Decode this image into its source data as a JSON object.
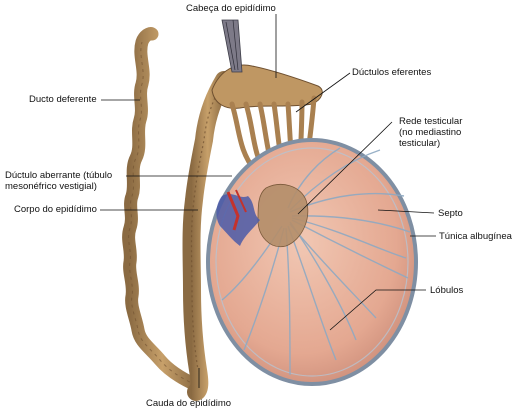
{
  "colors": {
    "background": "#ffffff",
    "duct": "#b58d5a",
    "duct_dark": "#6f5030",
    "testis": "#e8b39d",
    "testis_edge": "#7f8fa3",
    "septa": "#8fa9c2",
    "vessel_blue": "#4b5aa8",
    "vessel_red": "#c4322c",
    "leader_line": "#111111"
  },
  "labels": {
    "cabeca": "Cabeça do epidídimo",
    "ductulos": "Dúctulos eferentes",
    "ducto_deferente": "Ducto deferente",
    "rede": "Rede testicular\n(no mediastino\ntesticular)",
    "ductulo_aberrante": "Dúctulo aberrante (túbulo\nmesonéfrico vestigial)",
    "corpo": "Corpo do epidídimo",
    "septo": "Septo",
    "tunica": "Túnica albugínea",
    "lobulos": "Lóbulos",
    "cauda": "Cauda do epidídimo"
  }
}
